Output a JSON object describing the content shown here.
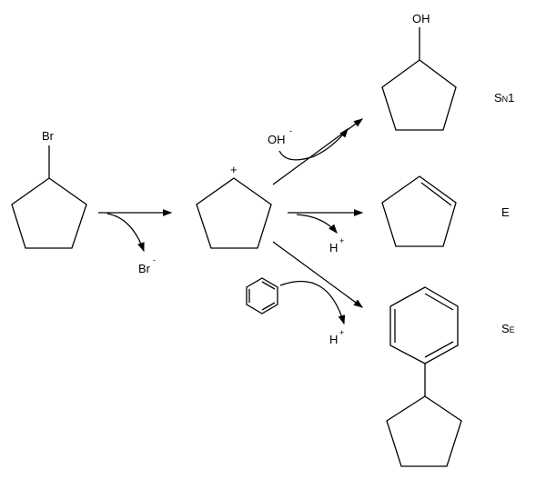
{
  "reactant": {
    "substituent": "Br"
  },
  "leaving_group": {
    "label": "Br",
    "charge": "-"
  },
  "carbocation": {
    "charge": "+"
  },
  "nucleophile": {
    "label": "OH",
    "charge": "-"
  },
  "proton_middle": {
    "label": "H",
    "charge": "+"
  },
  "proton_lower": {
    "label": "H",
    "charge": "+"
  },
  "products": [
    {
      "substituent": "OH",
      "mechanism_main": "S",
      "mechanism_sub": "N",
      "mechanism_suffix": "1"
    },
    {
      "mechanism_main": "E"
    },
    {
      "mechanism_main": "S",
      "mechanism_sub": "E"
    }
  ]
}
